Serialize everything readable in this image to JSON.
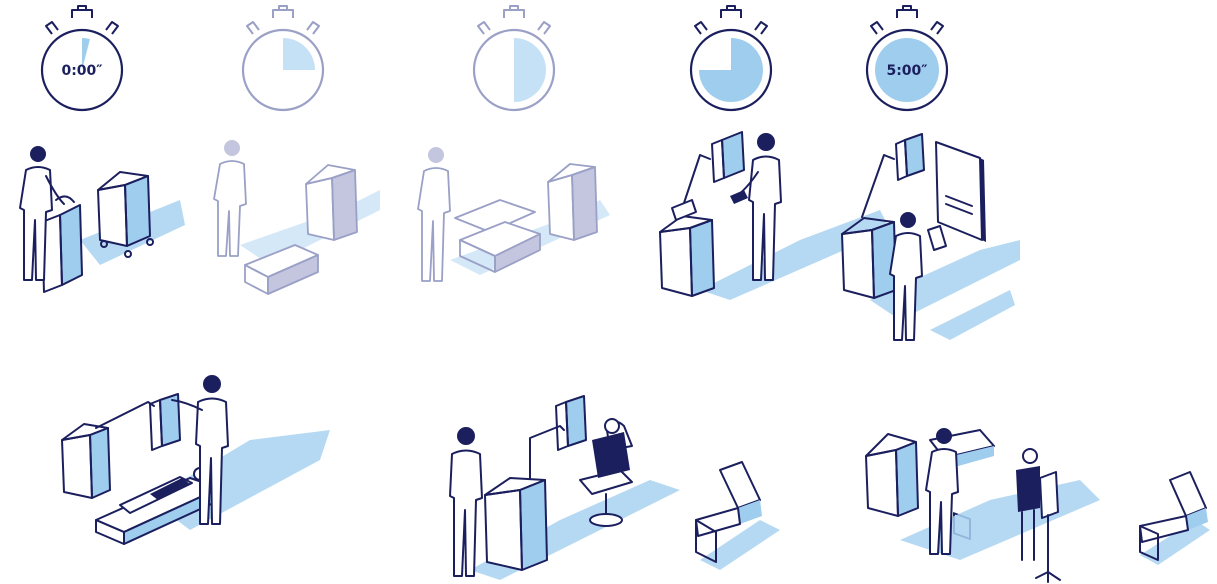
{
  "colors": {
    "ink": "#1b1f5e",
    "accent_blue": "#9fcdee",
    "shadow_blue": "#a8d2f1",
    "faded_ink": "#9aa0c6"
  },
  "timers": [
    {
      "label": "0:00″",
      "progress": 0.04,
      "faded": false
    },
    {
      "label": "",
      "progress": 0.25,
      "faded": true
    },
    {
      "label": "",
      "progress": 0.5,
      "faded": true
    },
    {
      "label": "",
      "progress": 0.75,
      "faded": false
    },
    {
      "label": "5:00″",
      "progress": 1.0,
      "faded": false
    }
  ],
  "steps_top": [
    {
      "scene": "person-standing-beside-closed-case-and-cart",
      "faded": false
    },
    {
      "scene": "person-beside-flat-case-on-floor-and-cart",
      "faded": true
    },
    {
      "scene": "person-opening-case-beside-cart",
      "faded": true
    },
    {
      "scene": "person-using-tablet-beside-device-with-arm",
      "faded": false
    },
    {
      "scene": "person-with-tablet-beside-device-and-display-screen",
      "faded": false
    }
  ],
  "scenarios_bottom": [
    {
      "scene": "patient-lying-on-stretcher-with-device-arm-overhead"
    },
    {
      "scene": "patient-seated-in-chair-with-device-and-operator"
    },
    {
      "scene": "operator-with-device-and-standing-person-at-screen-stand"
    }
  ]
}
